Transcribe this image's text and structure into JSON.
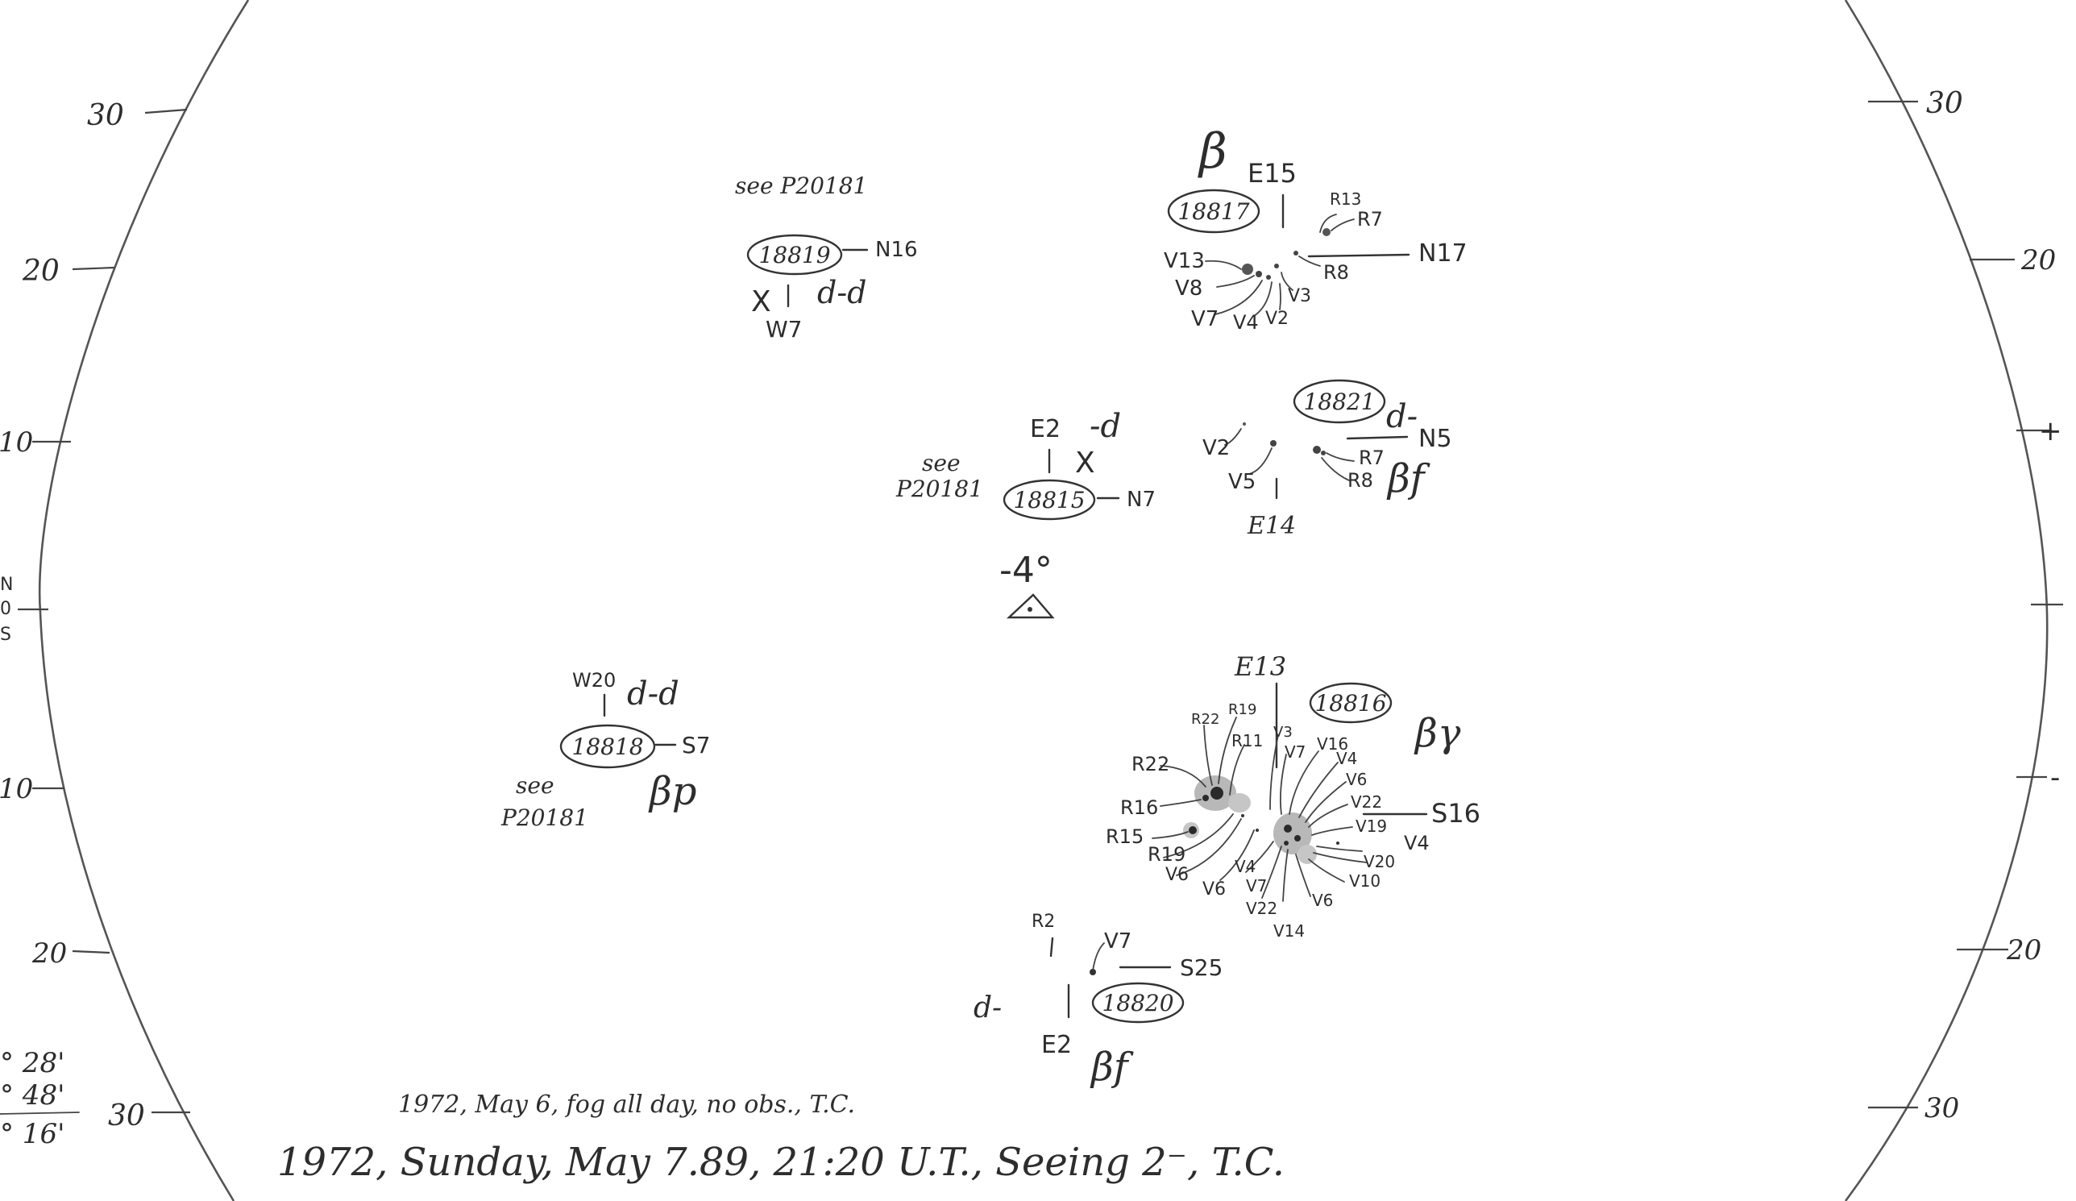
{
  "grid": {
    "left_ticks": [
      "30",
      "20",
      "10",
      "",
      "10",
      "20",
      "30"
    ],
    "right_ticks": [
      "30",
      "20",
      "+",
      "",
      "-",
      "20",
      "30"
    ]
  },
  "edge_marks": {
    "left_letters": [
      "N",
      "0",
      "S"
    ],
    "corner_values": [
      "° 28'",
      "° 48'",
      "° 16'"
    ]
  },
  "regions": {
    "r18819": {
      "number": "18819",
      "note": "see P20181",
      "north": "N16",
      "west": "W7",
      "cross": "X",
      "class": "d-d"
    },
    "r18817": {
      "number": "18817",
      "greek": "β",
      "east": "E15",
      "north": "N17",
      "spots": [
        "V13",
        "V8",
        "V7",
        "V4",
        "V2",
        "V3",
        "R8",
        "R13",
        "R7"
      ]
    },
    "r18815": {
      "number": "18815",
      "note_a": "see",
      "note_b": "P20181",
      "east": "E2",
      "class": "-d",
      "cross": "X",
      "north": "N7"
    },
    "r18821": {
      "number": "18821",
      "class": "d-",
      "north": "N5",
      "east": "E14",
      "magnetic": "βf",
      "spots": [
        "V2",
        "V5",
        "R7",
        "R8"
      ]
    },
    "center": {
      "angle": "-4°"
    },
    "r18818": {
      "number": "18818",
      "west": "W20",
      "class": "d-d",
      "south": "S7",
      "note_a": "see",
      "note_b": "P20181",
      "magnetic": "βp"
    },
    "r18816": {
      "number": "18816",
      "east": "E13",
      "south": "S16",
      "magnetic": "βγ",
      "spots_left": [
        "R22",
        "R19",
        "R11",
        "R22",
        "R16",
        "R15",
        "R19",
        "V6",
        "V6"
      ],
      "spots_right": [
        "V3",
        "V7",
        "V16",
        "V4",
        "V6",
        "V22",
        "V19",
        "V4",
        "V20",
        "V10",
        "V6",
        "V14",
        "V22",
        "V7",
        "V4"
      ]
    },
    "r18820": {
      "number": "18820",
      "r_spot": "R2",
      "v_spot": "V7",
      "south": "S25",
      "class": "d-",
      "east": "E2",
      "magnetic": "βf"
    }
  },
  "footer": {
    "note_line": "1972, May 6, fog all day, no obs., T.C.",
    "main_line": "1972, Sunday, May 7.89, 21:20 U.T., Seeing 2⁻, T.C."
  }
}
